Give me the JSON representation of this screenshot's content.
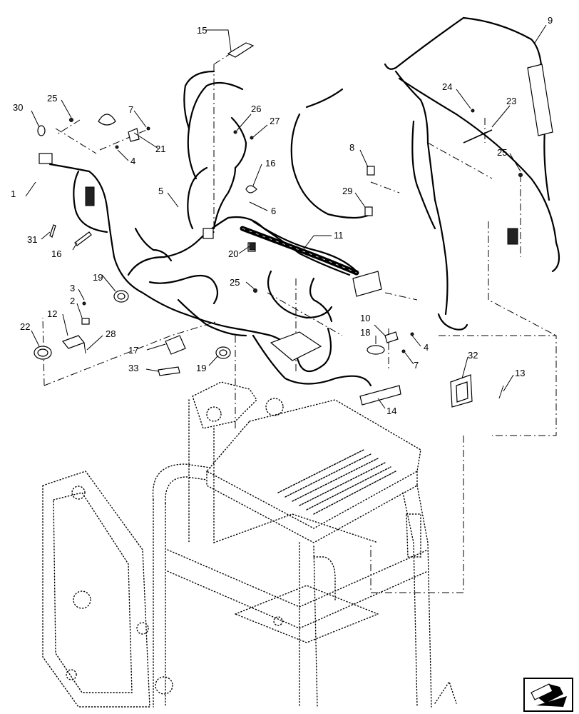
{
  "callouts": {
    "c1": "1",
    "c2": "2",
    "c3": "3",
    "c4a": "4",
    "c4b": "4",
    "c5": "5",
    "c6": "6",
    "c7a": "7",
    "c7b": "7",
    "c8": "8",
    "c9": "9",
    "c10": "10",
    "c11": "11",
    "c12": "12",
    "c13": "13",
    "c14": "14",
    "c15": "15",
    "c16a": "16",
    "c16b": "16",
    "c17": "17",
    "c18": "18",
    "c19a": "19",
    "c19b": "19",
    "c20": "20",
    "c21": "21",
    "c22": "22",
    "c23": "23",
    "c24": "24",
    "c25a": "25",
    "c25b": "25",
    "c25c": "25",
    "c26": "26",
    "c27": "27",
    "c28": "28",
    "c29": "29",
    "c30": "30",
    "c31": "31",
    "c32": "32",
    "c33": "33"
  },
  "icons": {
    "nav": "arrow-right-icon"
  }
}
